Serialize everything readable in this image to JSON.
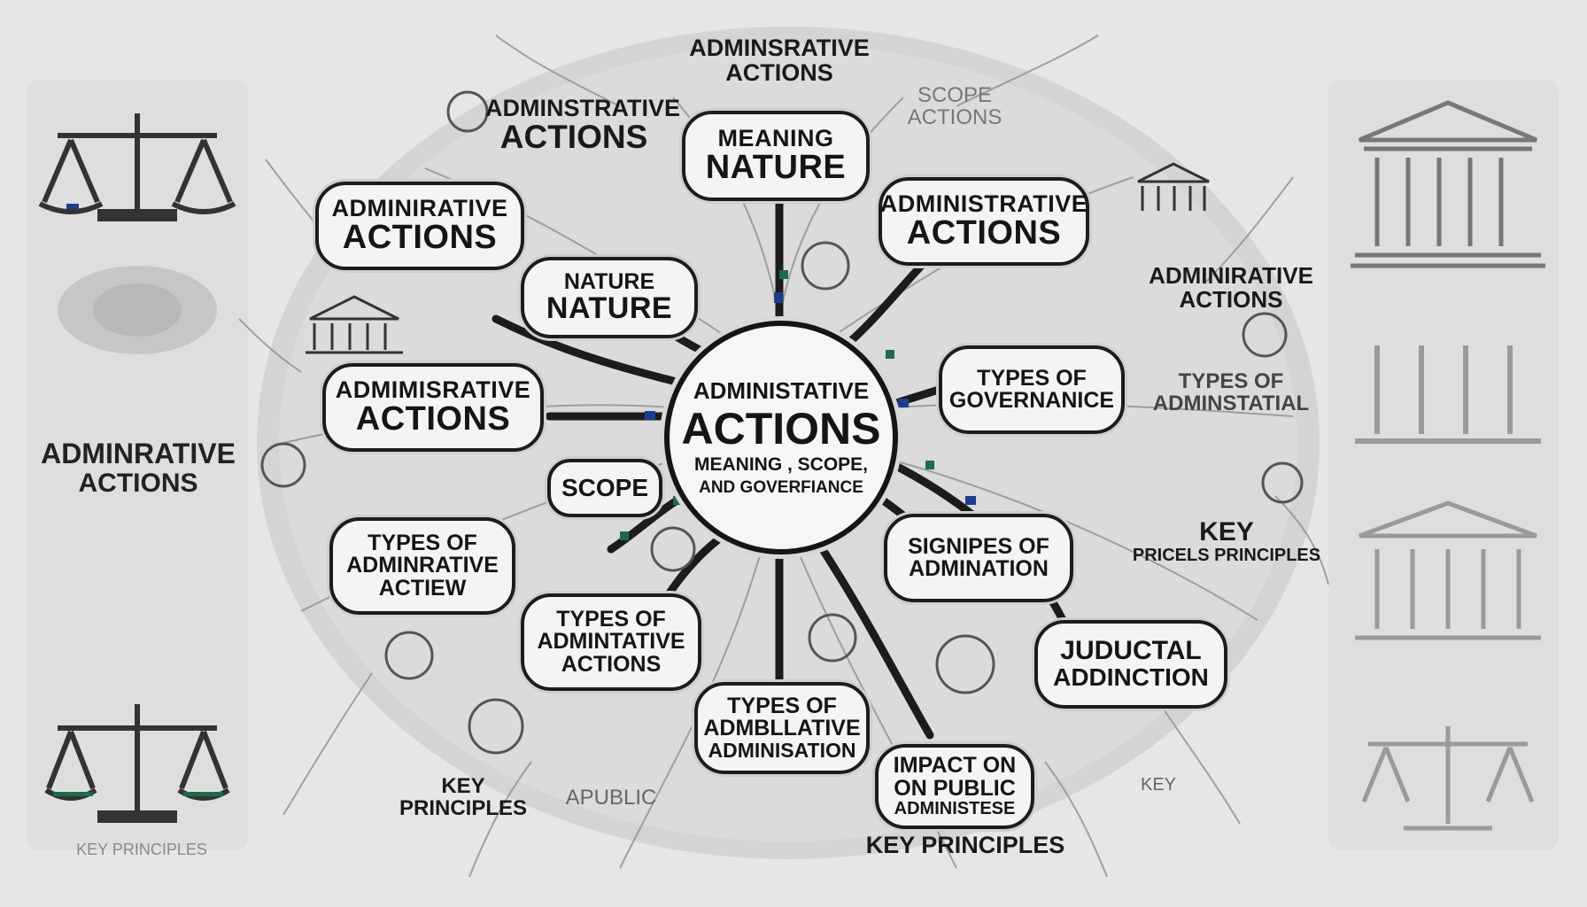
{
  "center": {
    "line1": "ADMINISTATIVE",
    "line2": "ACTIONS",
    "line3": "MEANING , SCOPE,",
    "line4": "AND GOVERFIANCE"
  },
  "top_label": {
    "line1": "ADMINSRATIVE",
    "line2": "ACTIONS"
  },
  "nodes": [
    {
      "id": "meaning-nature",
      "line1": "MEANING",
      "line2": "NATURE"
    },
    {
      "id": "actions-topleft",
      "line1": "ADMINSTRATIVE",
      "line2": "ACTIONS"
    },
    {
      "id": "actions-left-upper",
      "line1": "ADMINIRATIVE",
      "line2": "ACTIONS"
    },
    {
      "id": "nature-nature",
      "line1": "NATURE",
      "line2": "NATURE"
    },
    {
      "id": "actions-left-mid",
      "line1": "ADMIMISRATIVE",
      "line2": "ACTIONS"
    },
    {
      "id": "scope",
      "line1": "SCOPE"
    },
    {
      "id": "types-admin-actiew",
      "line1": "TYPES OF",
      "line2": "ADMINRATIVE",
      "line3": "ACTIEW"
    },
    {
      "id": "types-admintative-actions",
      "line1": "TYPES OF",
      "line2": "ADMINTATIVE",
      "line3": "ACTIONS"
    },
    {
      "id": "types-admbllative",
      "line1": "TYPES OF",
      "line2": "ADMBLLATIVE",
      "line3": "ADMINISATION"
    },
    {
      "id": "impact-public",
      "line1": "IMPACT ON",
      "line2": "ON PUBLIC",
      "line3": "ADMINISTESE"
    },
    {
      "id": "actions-right-upper",
      "line1": "ADMINISTRATIVE",
      "line2": "ACTIONS"
    },
    {
      "id": "types-governance",
      "line1": "TYPES OF",
      "line2": "GOVERNANICE"
    },
    {
      "id": "signipes-admination",
      "line1": "SIGNIPES OF",
      "line2": "ADMINATION"
    },
    {
      "id": "key-principles-right",
      "line1": "KEY",
      "line2": "PRICELS PRINCIPLES"
    },
    {
      "id": "judicial-addinction",
      "line1": "JUDUCTAL",
      "line2": "ADDINCTION"
    }
  ],
  "free_labels": {
    "scope_actions": {
      "line1": "SCOPE",
      "line2": "ACTIONS"
    },
    "right_actions": {
      "line1": "ADMINIRATIVE",
      "line2": "ACTIONS"
    },
    "types_adminstatial": {
      "line1": "TYPES OF",
      "line2": "ADMINSTATIAL"
    },
    "key_principles_lower": {
      "line1": "KEY",
      "line2": "PRINCIPLES"
    },
    "apublic": {
      "line1": "APUBLIC"
    },
    "key_principles_bottom": "KEY PRINCIPLES",
    "key_right_small": "KEY"
  },
  "left_panel": {
    "title_line1": "ADMINRATIVE",
    "title_line2": "ACTIONS",
    "bottom_caption": "KEY PRINCIPLES"
  },
  "accent_color": "#1f3d8f",
  "icons": [
    "scales-icon",
    "courthouse-icon",
    "seal-icon"
  ]
}
